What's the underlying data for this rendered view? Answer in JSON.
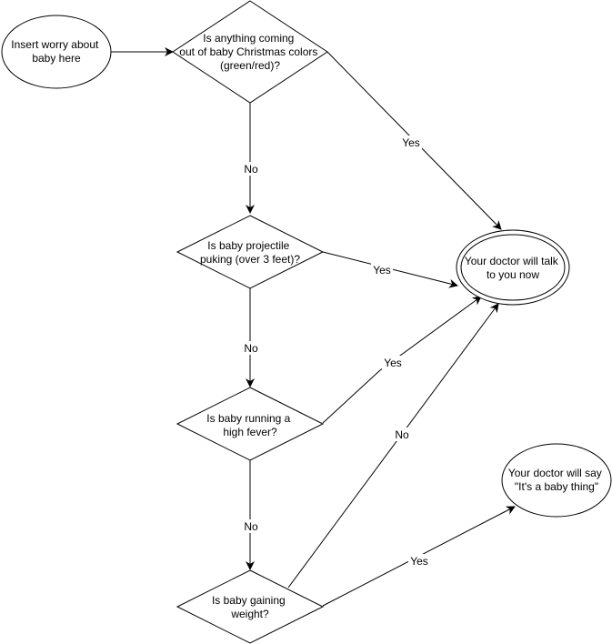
{
  "nodes": {
    "start": [
      "Insert worry about",
      "baby here"
    ],
    "q_colors": [
      "Is anything coming",
      "out of baby Christmas colors",
      "(green/red)?"
    ],
    "q_puking": [
      "Is baby projectile",
      "puking (over 3 feet)?"
    ],
    "q_fever": [
      "Is baby running a",
      "high fever?"
    ],
    "q_weight": [
      "Is baby gaining",
      "weight?"
    ],
    "end_doctor_now": [
      "Your doctor will talk",
      "to you now"
    ],
    "end_baby_thing": [
      "Your doctor will say",
      "\"It's a baby thing\""
    ]
  },
  "edges": {
    "colors_no": "No",
    "colors_yes": "Yes",
    "puking_no": "No",
    "puking_yes": "Yes",
    "fever_no": "No",
    "fever_yes": "Yes",
    "weight_no": "No",
    "weight_yes": "Yes"
  },
  "colors": {
    "stroke": "#000000",
    "fill": "#ffffff",
    "text": "#000000"
  }
}
